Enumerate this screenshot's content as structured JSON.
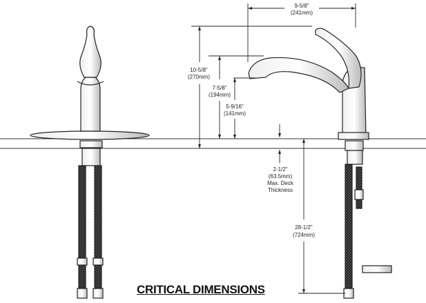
{
  "title": "CRITICAL DIMENSIONS",
  "dimensions": {
    "spout_reach": {
      "imperial": "9-5/8\"",
      "metric": "(241mm)"
    },
    "overall_height": {
      "imperial": "10-5/8\"",
      "metric": "(270mm)"
    },
    "spout_height": {
      "imperial": "7-5/8\"",
      "metric": "(194mm)"
    },
    "spout_clearance": {
      "imperial": "5-9/16\"",
      "metric": "(141mm)"
    },
    "deck_thickness": {
      "imperial": "2-1/2\"",
      "metric": "(63.5mm)",
      "note1": "Max. Deck",
      "note2": "Thickness"
    },
    "hose_length": {
      "imperial": "28-1/2\"",
      "metric": "(724mm)"
    }
  }
}
